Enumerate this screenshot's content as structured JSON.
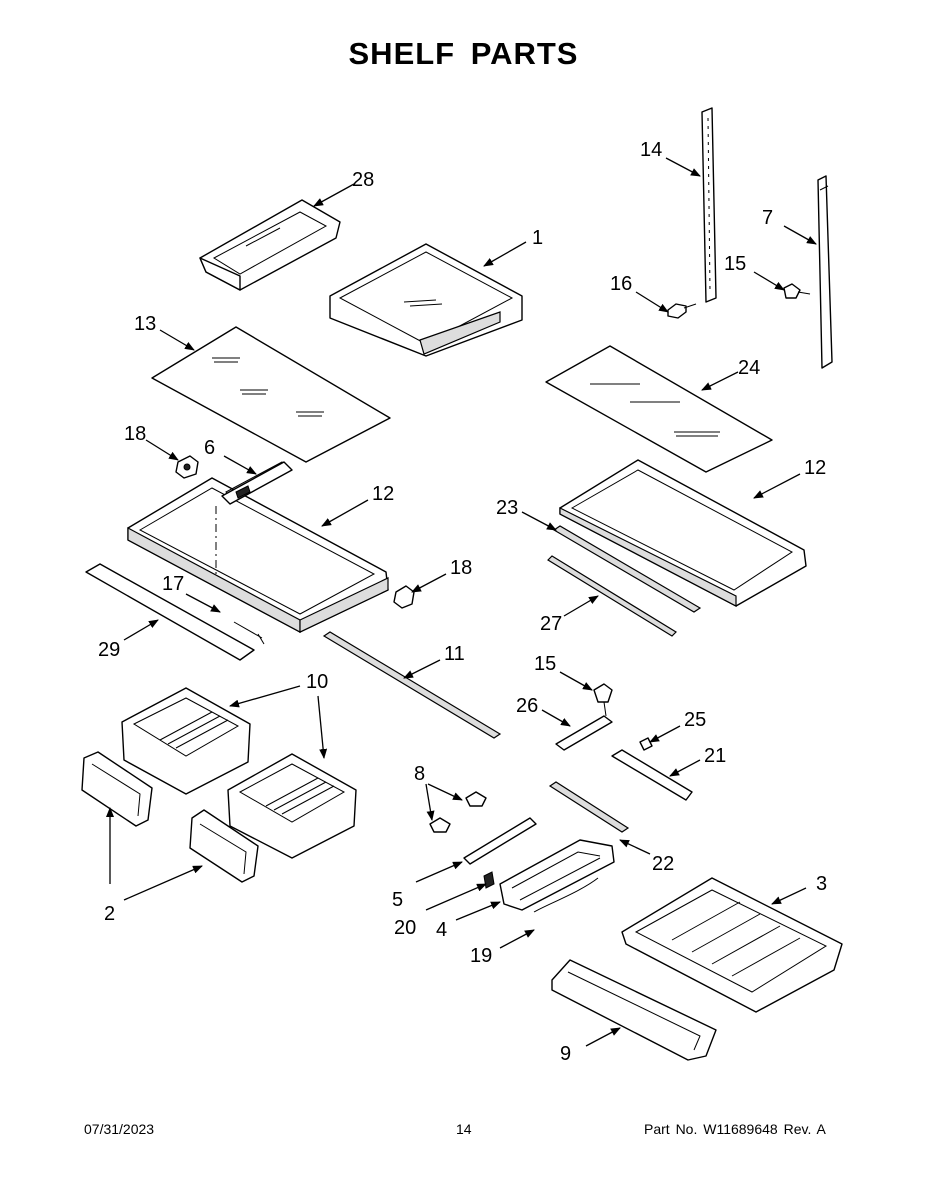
{
  "page": {
    "title": "SHELF PARTS",
    "footer_date": "07/31/2023",
    "footer_page": "14",
    "footer_part": "Part No.  W11689648  Rev.  A"
  },
  "callouts": [
    "28",
    "1",
    "14",
    "7",
    "16",
    "15",
    "13",
    "24",
    "18",
    "6",
    "12",
    "12",
    "23",
    "18",
    "17",
    "29",
    "27",
    "11",
    "15",
    "10",
    "26",
    "25",
    "21",
    "8",
    "2",
    "22",
    "3",
    "5",
    "20",
    "4",
    "19",
    "9"
  ]
}
